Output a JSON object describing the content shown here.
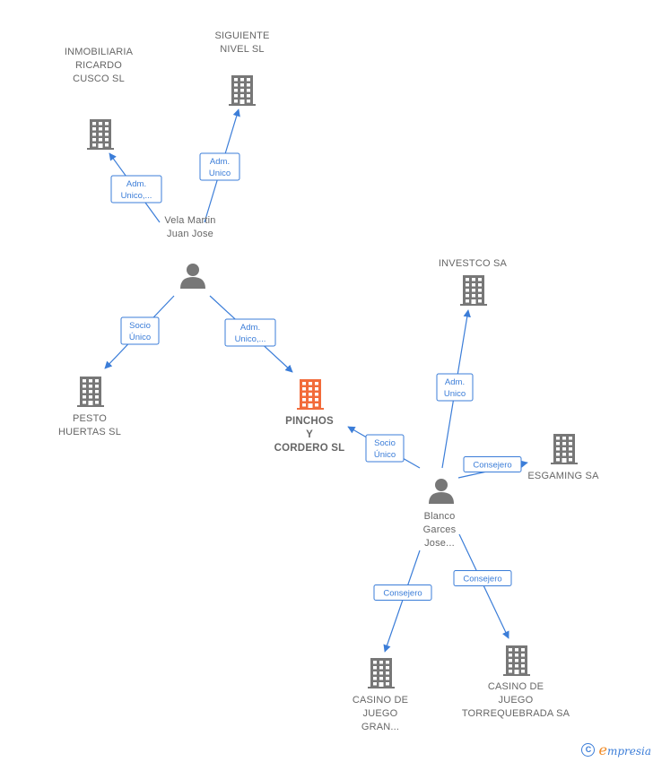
{
  "colors": {
    "edge": "#3b7dd8",
    "node": "#777777",
    "main_node": "#f26b3a"
  },
  "nodes": [
    {
      "id": "siguiente",
      "type": "company",
      "lines": [
        "SIGUIENTE",
        "NIVEL SL"
      ]
    },
    {
      "id": "inmobiliaria",
      "type": "company",
      "lines": [
        "INMOBILIARIA",
        "RICARDO",
        "CUSCO  SL"
      ]
    },
    {
      "id": "vela",
      "type": "person",
      "lines": [
        "Vela Martin",
        "Juan Jose"
      ]
    },
    {
      "id": "pesto",
      "type": "company",
      "lines": [
        "PESTO",
        "HUERTAS SL"
      ]
    },
    {
      "id": "pinchos",
      "type": "company",
      "main": true,
      "lines": [
        "PINCHOS",
        "Y",
        "CORDERO  SL"
      ]
    },
    {
      "id": "investco",
      "type": "company",
      "lines": [
        "INVESTCO SA"
      ]
    },
    {
      "id": "esgaming",
      "type": "company",
      "lines": [
        "ESGAMING SA"
      ]
    },
    {
      "id": "blanco",
      "type": "person",
      "lines": [
        "Blanco",
        "Garces",
        "Jose..."
      ]
    },
    {
      "id": "casino_gran",
      "type": "company",
      "lines": [
        "CASINO DE",
        "JUEGO",
        "GRAN..."
      ]
    },
    {
      "id": "casino_torre",
      "type": "company",
      "lines": [
        "CASINO DE",
        "JUEGO",
        "TORREQUEBRADA SA"
      ]
    }
  ],
  "edges": [
    {
      "id": "e1",
      "from": "vela",
      "to": "siguiente",
      "label": [
        "Adm.",
        "Unico"
      ]
    },
    {
      "id": "e2",
      "from": "vela",
      "to": "inmobiliaria",
      "label": [
        "Adm.",
        "Unico,..."
      ]
    },
    {
      "id": "e3",
      "from": "vela",
      "to": "pesto",
      "label": [
        "Socio",
        "Único"
      ]
    },
    {
      "id": "e4",
      "from": "vela",
      "to": "pinchos",
      "label": [
        "Adm.",
        "Unico,..."
      ]
    },
    {
      "id": "e5",
      "from": "blanco",
      "to": "pinchos",
      "label": [
        "Socio",
        "Único"
      ]
    },
    {
      "id": "e6",
      "from": "blanco",
      "to": "investco",
      "label": [
        "Adm.",
        "Unico"
      ]
    },
    {
      "id": "e7",
      "from": "blanco",
      "to": "esgaming",
      "label": [
        "Consejero"
      ]
    },
    {
      "id": "e8",
      "from": "blanco",
      "to": "casino_gran",
      "label": [
        "Consejero"
      ]
    },
    {
      "id": "e9",
      "from": "blanco",
      "to": "casino_torre",
      "label": [
        "Consejero"
      ]
    }
  ],
  "footer": {
    "copyright_symbol": "C",
    "brand_initial": "e",
    "brand_rest": "mpresia"
  }
}
